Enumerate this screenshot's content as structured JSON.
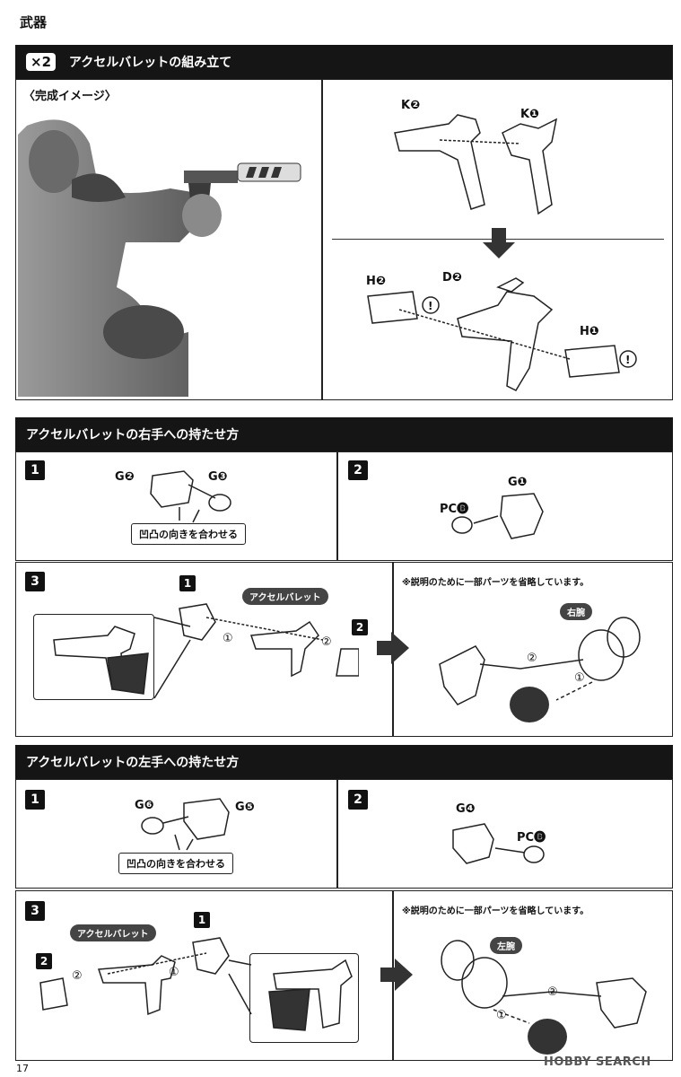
{
  "page": {
    "title": "武器",
    "page_number": "17"
  },
  "assembly": {
    "multiplier": "×2",
    "header": "アクセルバレットの組み立て",
    "image_caption": "〈完成イメージ〉",
    "labels": {
      "k2": "K❷",
      "k1": "K❶",
      "h2": "H❷",
      "d2": "D❷",
      "h1": "H❶"
    }
  },
  "right_hand": {
    "header": "アクセルバレットの右手への持たせ方",
    "step1": {
      "number": "1",
      "g2": "G❷",
      "g3": "G❸",
      "tag": "凹凸の向きを合わせる"
    },
    "step2": {
      "number": "2",
      "g1": "G❶",
      "pc": "PC🅑"
    },
    "step3": {
      "number": "3",
      "part1": "1",
      "part2": "2",
      "pill": "アクセルバレット",
      "note": "※説明のために一部パーツを省略しています。",
      "arm": "右腕",
      "n1": "①",
      "n2": "②"
    }
  },
  "left_hand": {
    "header": "アクセルバレットの左手への持たせ方",
    "step1": {
      "number": "1",
      "g6": "G❻",
      "g5": "G❺",
      "tag": "凹凸の向きを合わせる"
    },
    "step2": {
      "number": "2",
      "g4": "G❹",
      "pc": "PC🅑"
    },
    "step3": {
      "number": "3",
      "part1": "1",
      "part2": "2",
      "pill": "アクセルバレット",
      "note": "※説明のために一部パーツを省略しています。",
      "arm": "左腕",
      "n1": "①",
      "n2": "②"
    }
  },
  "watermark": "HOBBY SEARCH"
}
